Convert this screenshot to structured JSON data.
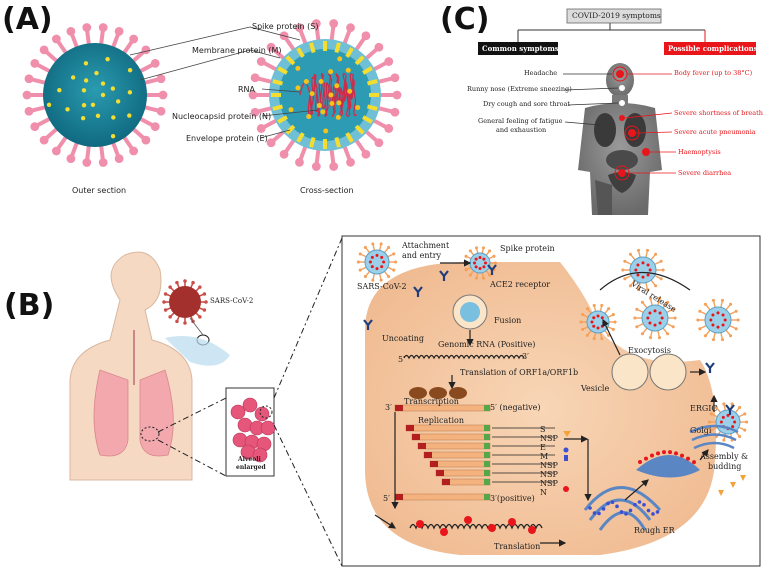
{
  "panels": {
    "a": "(A)",
    "b": "(B)",
    "c": "(C)"
  },
  "panel_a": {
    "labels": [
      "Spike protein (S)",
      "Membrane protein (M)",
      "RNA",
      "Nucleocapsid protein (N)",
      "Envelope protein (E)"
    ],
    "outer_caption": "Outer section",
    "cross_caption": "Cross-section"
  },
  "panel_c": {
    "title": "COVID-2019 symptoms",
    "common_header": "Common symptoms",
    "complications_header": "Possible complications",
    "common": [
      "Headache",
      "Runny nose (Extreme sneezing)",
      "Dry cough and sore throat",
      "General feeling of fatigue",
      "and exhaustion"
    ],
    "complications": [
      "Body fever (up to 38°C)",
      "Severe shortness of breath",
      "Severe acute pneumonia",
      "Haemoptysis",
      "Severe diarrhea"
    ]
  },
  "panel_b": {
    "virus_label": "SARS-CoV-2",
    "alveoli_label_1": "Alveoli",
    "alveoli_label_2": "enlarged",
    "attachment_1": "Attachment",
    "attachment_2": "and entry",
    "spike_protein": "Spike protein",
    "sars_cov2": "SARS-CoV-2",
    "ace2": "ACE2 receptor",
    "fusion": "Fusion",
    "uncoating": "Uncoating",
    "genomic_rna": "Genomic RNA (Positive)",
    "translation_orf": "Translation of ORF1a/ORF1b",
    "transcription": "Transcription",
    "replication": "Replication",
    "negative": "5′ (negative)",
    "positive": "3′(positive)",
    "five_prime": "5′",
    "three_prime": "3′",
    "proteins": [
      "S",
      "NSP",
      "E",
      "M",
      "NSP",
      "NSP",
      "NSP",
      "N"
    ],
    "viral_release": "Viral release",
    "exocytosis": "Exocytosis",
    "vesicle": "Vesicle",
    "ergic": "ERGIC",
    "golgi": "Golgi",
    "assembly_1": "Assembly &",
    "assembly_2": "budding",
    "rough_er": "Rough ER",
    "translation": "Translation"
  }
}
